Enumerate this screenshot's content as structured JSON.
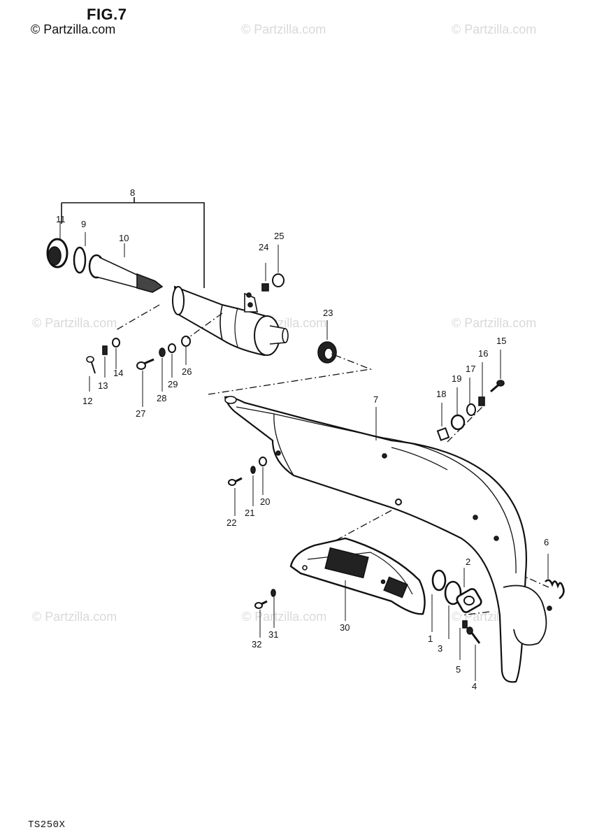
{
  "header": {
    "figure_label": "FIG.7",
    "copyright": "© Partzilla.com"
  },
  "watermark": "© Partzilla.com",
  "footer": {
    "model": "TS250X"
  },
  "callouts": [
    "1",
    "2",
    "3",
    "4",
    "5",
    "6",
    "7",
    "8",
    "9",
    "10",
    "11",
    "12",
    "13",
    "14",
    "15",
    "16",
    "17",
    "18",
    "19",
    "20",
    "21",
    "22",
    "23",
    "24",
    "25",
    "26",
    "27",
    "28",
    "29",
    "30",
    "31",
    "32"
  ],
  "colors": {
    "ink": "#111111",
    "watermark": "#d9d9d9",
    "paper": "#ffffff"
  }
}
